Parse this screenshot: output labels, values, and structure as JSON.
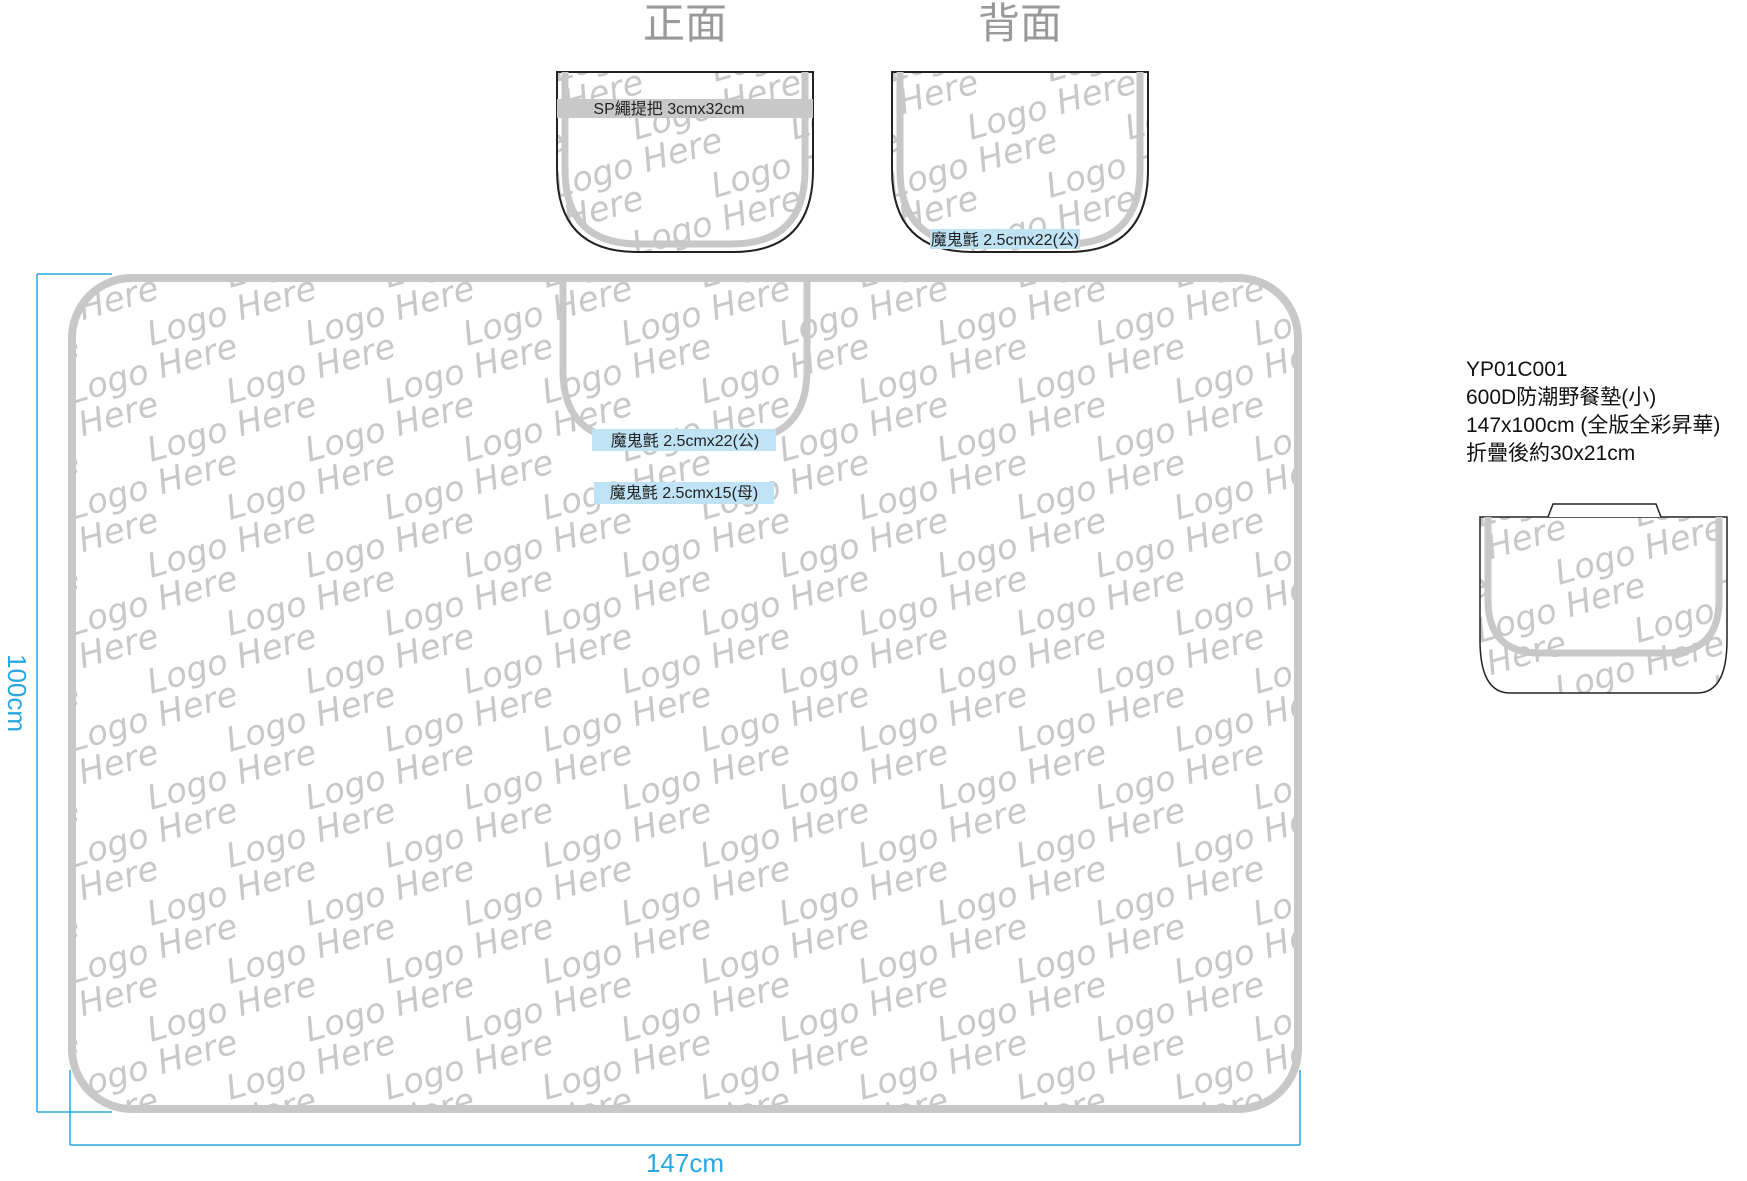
{
  "views": {
    "front": "正面",
    "back": "背面"
  },
  "watermark": "Logo Here",
  "labels": {
    "handle": "SP繩提把 3cmx32cm",
    "velcro_back": "魔鬼氈 2.5cmx22(公)",
    "velcro_mat_male": "魔鬼氈 2.5cmx22(公)",
    "velcro_mat_female": "魔鬼氈 2.5cmx15(母)"
  },
  "dimensions": {
    "height": "100cm",
    "width": "147cm"
  },
  "product": {
    "code": "YP01C001",
    "name": "600D防潮野餐墊(小)",
    "size": "147x100cm (全版全彩昇華)",
    "folded": "折疊後約30x21cm"
  },
  "colors": {
    "outline": "#c8c8c8",
    "watermark": "#c8c8c8",
    "dimension": "#29a8e0",
    "label_highlight": "#bfe3f4",
    "handle_band": "#c8c8c8"
  }
}
